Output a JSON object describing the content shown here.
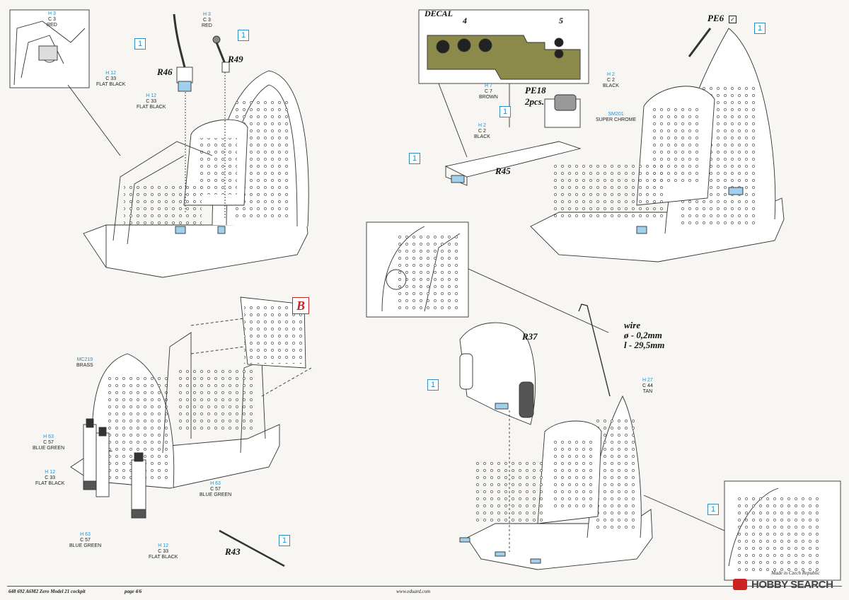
{
  "paints": {
    "h3_red_a": {
      "code": "H 3",
      "mix": "C 3",
      "name": "RED"
    },
    "h12_black_a": {
      "code": "H 12",
      "mix": "C 33",
      "name": "FLAT BLACK"
    },
    "h12_black_b": {
      "code": "H 12",
      "mix": "C 33",
      "name": "FLAT BLACK"
    },
    "h3_red_b": {
      "code": "H 3",
      "mix": "C 3",
      "name": "RED"
    },
    "h7_brown": {
      "code": "H 7",
      "mix": "C 7",
      "name": "BROWN"
    },
    "h2_black_a": {
      "code": "H 2",
      "mix": "C 2",
      "name": "BLACK"
    },
    "h2_black_b": {
      "code": "H 2",
      "mix": "C 2",
      "name": "BLACK"
    },
    "sm201": {
      "code": "SM201",
      "mix": "",
      "name": "SUPER CHROME"
    },
    "mc219": {
      "code": "MC219",
      "mix": "",
      "name": "BRASS"
    },
    "h63_a": {
      "code": "H 63",
      "mix": "C 57",
      "name": "BLUE GREEN"
    },
    "h12_black_c": {
      "code": "H 12",
      "mix": "C 33",
      "name": "FLAT BLACK"
    },
    "h63_b": {
      "code": "H 63",
      "mix": "C 57",
      "name": "BLUE GREEN"
    },
    "h63_c": {
      "code": "H 63",
      "mix": "C 57",
      "name": "BLUE GREEN"
    },
    "h12_black_d": {
      "code": "H 12",
      "mix": "C 33",
      "name": "FLAT BLACK"
    },
    "h27_tan": {
      "code": "H 27",
      "mix": "C 44",
      "name": "TAN"
    }
  },
  "parts": {
    "r46": "R46",
    "r49": "R49",
    "r45": "R45",
    "pe18": "PE18",
    "pe18_qty": "2pcs.",
    "pe6": "PE6",
    "r37": "R37",
    "r43": "R43",
    "decal": "DECAL",
    "decal_4": "4",
    "decal_5": "5",
    "wire": "wire",
    "wire_dia": "ø - 0,2mm",
    "wire_len": "l - 29,5mm"
  },
  "step_number": "1",
  "callout_b": "B",
  "footer": {
    "title": "648 692  A6M2 Zero Model 21 cockpit",
    "page": "page 4/6",
    "website": "www.eduard.com"
  },
  "watermark": {
    "brand": "HOBBY SEARCH",
    "made_in": "Made in Czech Republic"
  },
  "colors": {
    "paint_code_blue": "#2a8fc8",
    "callout_red": "#c22",
    "decal_green": "#8c8a4a",
    "resin_blue": "#9fd0ec"
  }
}
